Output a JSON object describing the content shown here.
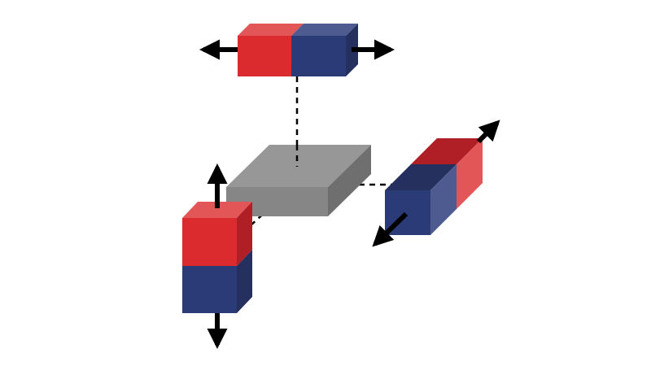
{
  "diagram": {
    "colors": {
      "background": "#ffffff",
      "red_front": "#dc2b2e",
      "red_top": "#e35658",
      "red_side": "#b01f25",
      "blue_front": "#2b3b78",
      "blue_top": "#4e5b91",
      "blue_side": "#25305f",
      "slab_top": "#979797",
      "slab_front": "#868686",
      "slab_side": "#6f6f6f",
      "arrow": "#000000",
      "dashed_line": "#000000"
    },
    "components": [
      {
        "name": "horizontal-magnet",
        "poles": [
          "red",
          "blue"
        ],
        "arrows": [
          "left",
          "right"
        ]
      },
      {
        "name": "vertical-magnet",
        "poles": [
          "red",
          "blue"
        ],
        "arrows": [
          "up",
          "down"
        ]
      },
      {
        "name": "diagonal-magnet",
        "poles": [
          "red",
          "blue"
        ],
        "arrows": [
          "up-right",
          "down-left"
        ]
      },
      {
        "name": "gray-slab",
        "poles": [],
        "arrows": []
      }
    ]
  }
}
